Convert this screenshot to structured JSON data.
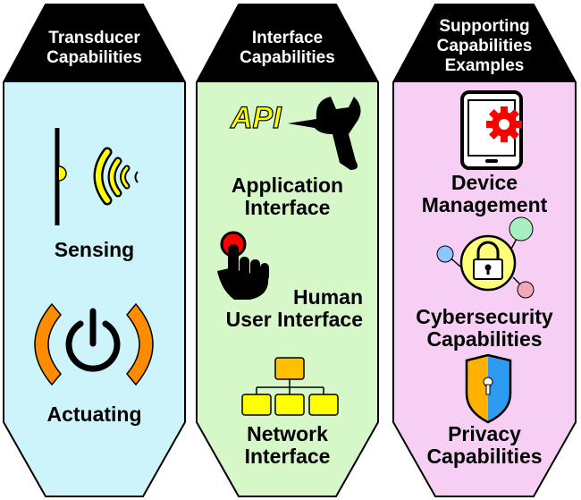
{
  "columns": [
    {
      "id": "transducer",
      "header": [
        "Transducer",
        "Capabilities"
      ],
      "fill": "#cdf3fb",
      "items": [
        {
          "label": [
            "Sensing"
          ],
          "icon": "sensing-icon"
        },
        {
          "label": [
            "Actuating"
          ],
          "icon": "power-actuator-icon"
        }
      ]
    },
    {
      "id": "interface",
      "header": [
        "Interface",
        "Capabilities"
      ],
      "fill": "#d6f7c8",
      "items": [
        {
          "label": [
            "Application",
            "Interface"
          ],
          "icon": "api-wrench-icon",
          "icon_text": "API"
        },
        {
          "label": [
            "Human",
            "User Interface"
          ],
          "icon": "hand-button-icon"
        },
        {
          "label": [
            "Network",
            "Interface"
          ],
          "icon": "network-tree-icon"
        }
      ]
    },
    {
      "id": "supporting",
      "header": [
        "Supporting",
        "Capabilities",
        "Examples"
      ],
      "fill": "#f7cff5",
      "items": [
        {
          "label": [
            "Device",
            "Management"
          ],
          "icon": "tablet-gear-icon"
        },
        {
          "label": [
            "Cybersecurity",
            "Capabilities"
          ],
          "icon": "padlock-network-icon"
        },
        {
          "label": [
            "Privacy",
            "Capabilities"
          ],
          "icon": "shield-keyhole-icon"
        }
      ]
    }
  ],
  "colors": {
    "header_bg": "#000000",
    "outline": "#000000",
    "orange": "#ff8c00",
    "yellow": "#ffff00",
    "red": "#ff0000",
    "blue": "#2d9bf0"
  }
}
